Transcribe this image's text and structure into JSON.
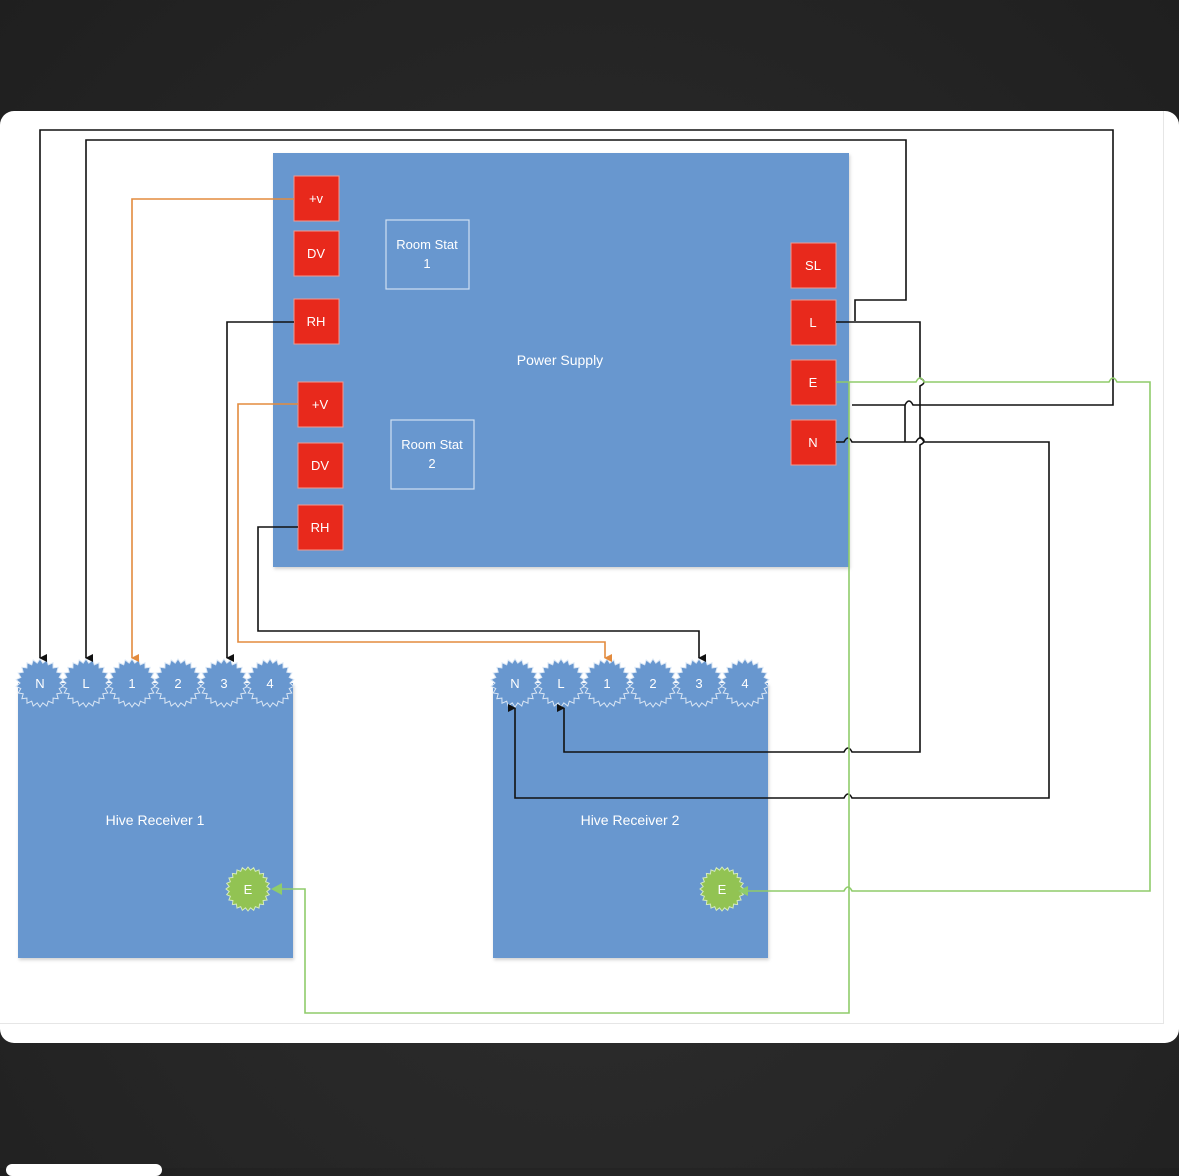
{
  "diagram": {
    "power_supply": {
      "title": "Power Supply",
      "left_terminals_group1": [
        "+v",
        "DV",
        "RH"
      ],
      "left_terminals_group2": [
        "+V",
        "DV",
        "RH"
      ],
      "right_terminals": [
        "SL",
        "L",
        "E",
        "N"
      ],
      "room_stat_1": [
        "Room Stat",
        "1"
      ],
      "room_stat_2": [
        "Room Stat",
        "2"
      ]
    },
    "receiver_1": {
      "title": "Hive Receiver 1",
      "terminals": [
        "N",
        "L",
        "1",
        "2",
        "3",
        "4"
      ],
      "earth": "E"
    },
    "receiver_2": {
      "title": "Hive Receiver 2",
      "terminals": [
        "N",
        "L",
        "1",
        "2",
        "3",
        "4"
      ],
      "earth": "E"
    },
    "wires": [
      {
        "from": "Power Supply N",
        "to": "Hive Receiver 1 N",
        "color": "black"
      },
      {
        "from": "Power Supply L",
        "to": "Hive Receiver 1 L",
        "color": "black"
      },
      {
        "from": "Power Supply +v (Room Stat 1)",
        "to": "Hive Receiver 1 terminal 1",
        "color": "orange"
      },
      {
        "from": "Power Supply RH (Room Stat 1)",
        "to": "Hive Receiver 1 terminal 3",
        "color": "black"
      },
      {
        "from": "Power Supply +V (Room Stat 2)",
        "to": "Hive Receiver 2 terminal 1",
        "color": "orange"
      },
      {
        "from": "Power Supply RH (Room Stat 2)",
        "to": "Hive Receiver 2 terminal 3",
        "color": "black"
      },
      {
        "from": "Power Supply L",
        "to": "Hive Receiver 2 L",
        "color": "black"
      },
      {
        "from": "Power Supply N",
        "to": "Hive Receiver 2 N",
        "color": "black"
      },
      {
        "from": "Power Supply E",
        "to": "Hive Receiver 1 E",
        "color": "green"
      },
      {
        "from": "Power Supply E",
        "to": "Hive Receiver 2 E",
        "color": "green"
      }
    ],
    "colors": {
      "box_blue": "#6897cf",
      "terminal_red": "#e8291c",
      "earth_green": "#92c353",
      "wire_black": "#111111",
      "wire_orange": "#e38b3e",
      "wire_green": "#8fcc6a"
    }
  }
}
